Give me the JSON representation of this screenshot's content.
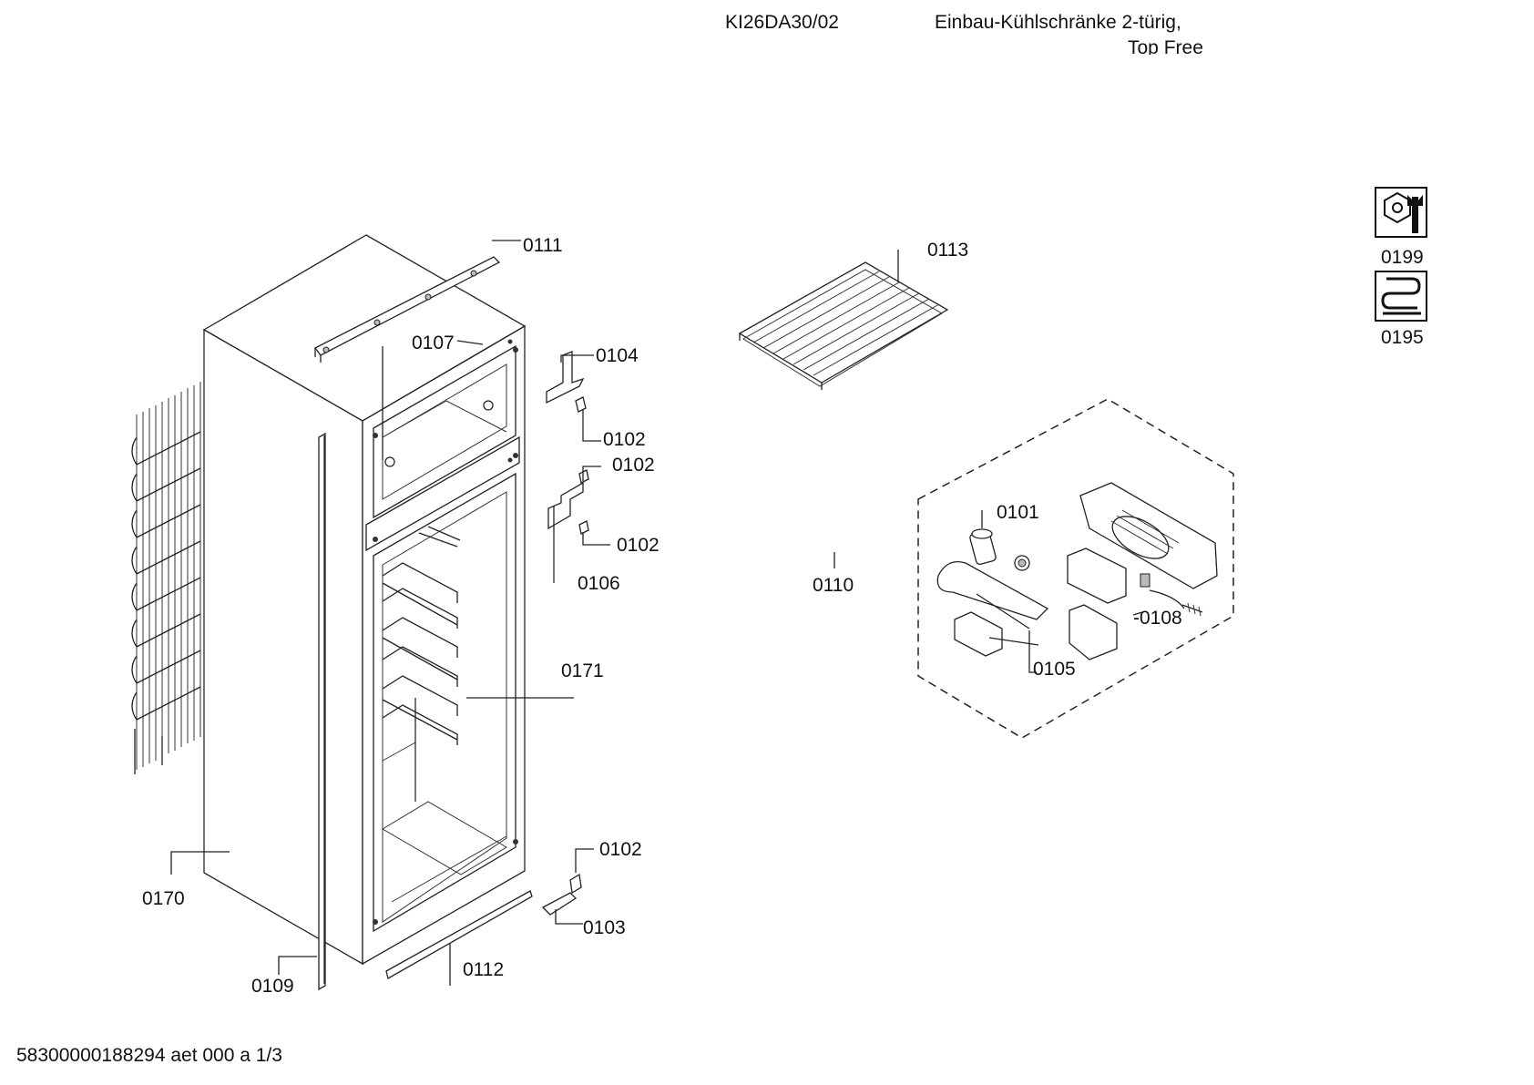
{
  "header": {
    "model": "KI26DA30/02",
    "description_line1": "Einbau-Kühlschränke 2-türig,",
    "description_line2": "Top Free"
  },
  "footer": {
    "doc_id": "58300000188294 aet 000 a 1/3"
  },
  "part_labels": {
    "p0111": "0111",
    "p0107": "0107",
    "p0104": "0104",
    "p0102_a": "0102",
    "p0102_b": "0102",
    "p0102_c": "0102",
    "p0102_d": "0102",
    "p0106": "0106",
    "p0171": "0171",
    "p0170": "0170",
    "p0109": "0109",
    "p0112": "0112",
    "p0103": "0103",
    "p0113": "0113",
    "p0110": "0110",
    "p0101": "0101",
    "p0108": "-0108",
    "p0105": "0105",
    "p0199": "0199",
    "p0195": "0195"
  },
  "icons": [
    "service-wrench-icon",
    "refrigerant-coil-icon"
  ]
}
